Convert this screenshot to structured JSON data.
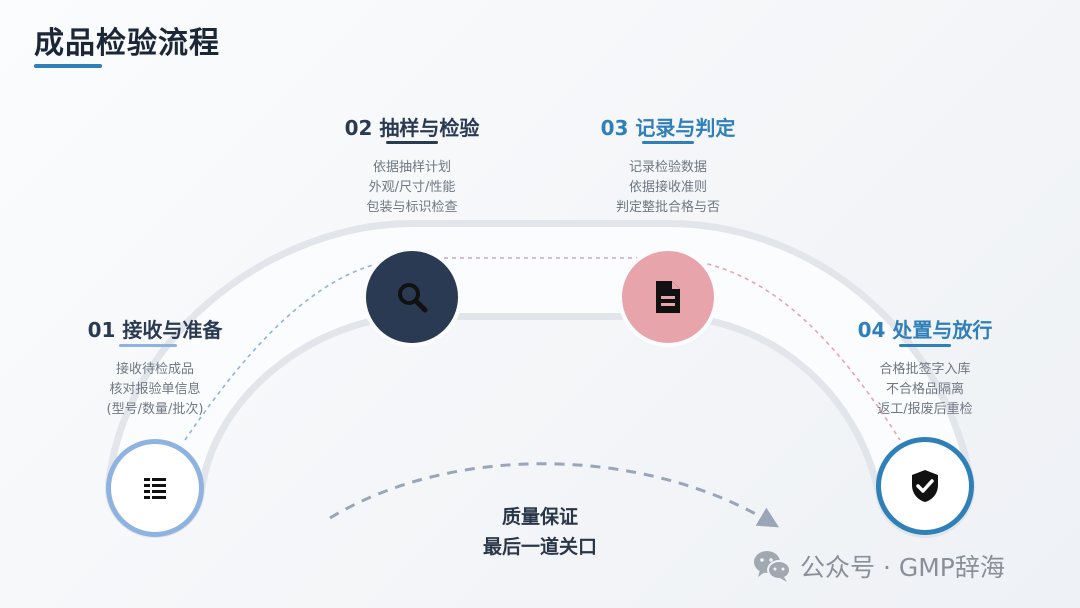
{
  "page": {
    "title": "成品检验流程"
  },
  "steps": [
    {
      "title": "01 接收与准备",
      "lines": [
        "接收待检成品",
        "核对报验单信息",
        "(型号/数量/批次)"
      ],
      "icon": "list-icon",
      "color": "#2a3a52",
      "underline": "#8fb3e0"
    },
    {
      "title": "02 抽样与检验",
      "lines": [
        "依据抽样计划",
        "外观/尺寸/性能",
        "包装与标识检查"
      ],
      "icon": "search-icon",
      "color": "#2a3a52",
      "underline": "#2a3a52"
    },
    {
      "title": "03 记录与判定",
      "lines": [
        "记录检验数据",
        "依据接收准则",
        "判定整批合格与否"
      ],
      "icon": "document-icon",
      "color": "#2f7fb8",
      "underline": "#2f7fb8"
    },
    {
      "title": "04 处置与放行",
      "lines": [
        "合格批签字入库",
        "不合格品隔离",
        "返工/报废后重检"
      ],
      "icon": "shield-check-icon",
      "color": "#2f7fb8",
      "underline": "#2f7fb8"
    }
  ],
  "center": {
    "line1": "质量保证",
    "line2": "最后一道关口"
  },
  "watermark": {
    "text": "公众号 · GMP辞海",
    "icon": "wechat-icon"
  },
  "colors": {
    "accent": "#2f7fb8",
    "dark": "#2a3a52",
    "pink": "#e8a4ab",
    "light_blue": "#8fb3e0"
  }
}
